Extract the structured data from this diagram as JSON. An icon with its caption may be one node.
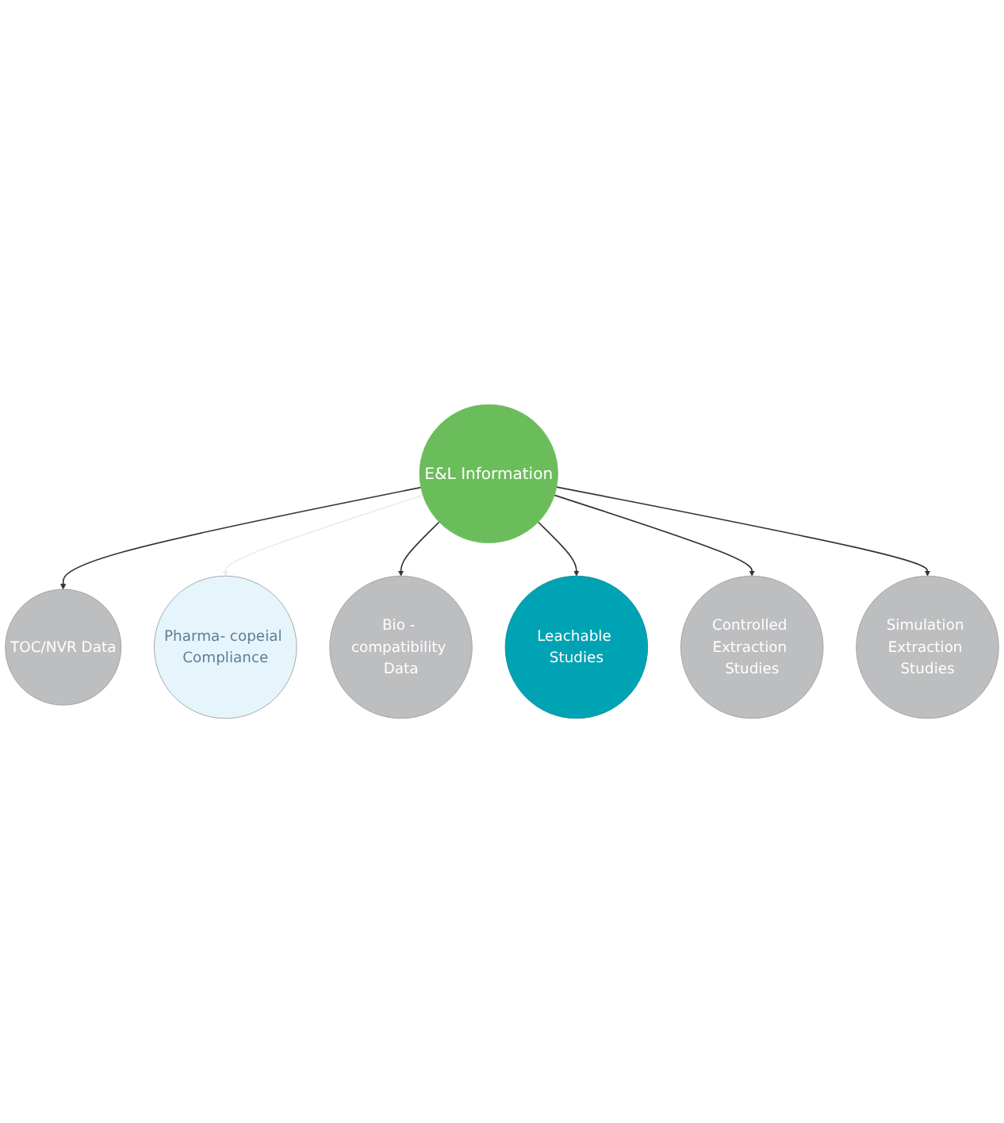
{
  "diagram": {
    "nodes": [
      {
        "text": [
          "TOC/NVR Data"
        ]
      },
      {
        "text": [
          "Pharma- copeial Compliance"
        ]
      },
      {
        "text": [
          "Bio - compatibility Data"
        ]
      },
      {
        "text": [
          "E&L Information"
        ]
      },
      {
        "text": [
          "Leachable Studies"
        ]
      },
      {
        "text": [
          "Controlled Extraction Studies"
        ]
      },
      {
        "text": [
          "Simulation Extraction Studies"
        ]
      }
    ],
    "edges": [
      {
        "from": 3,
        "to": 0,
        "arrow": "to"
      },
      {
        "from": 3,
        "to": 1,
        "arrow": "to",
        "color": "#ececec"
      },
      {
        "from": 3,
        "to": 2,
        "arrow": "to"
      },
      {
        "from": 3,
        "to": 4,
        "arrow": "to"
      },
      {
        "from": 3,
        "to": 5,
        "arrow": "to"
      },
      {
        "from": 3,
        "to": 6,
        "arrow": "to"
      }
    ]
  }
}
